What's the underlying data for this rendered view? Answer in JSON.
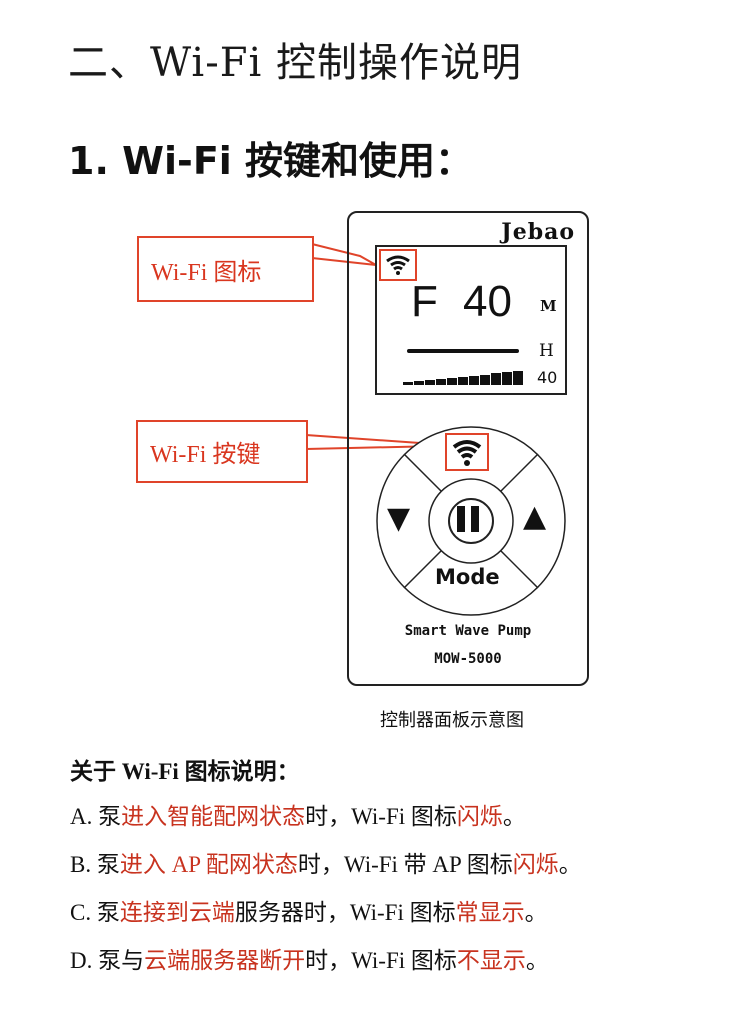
{
  "headings": {
    "section": "二、Wi-Fi 控制操作说明",
    "subsection": "1. Wi-Fi 按键和使用："
  },
  "callouts": {
    "icon_label": "Wi-Fi  图标",
    "button_label": "Wi-Fi 按键"
  },
  "device": {
    "brand": "Jebao",
    "lcd": {
      "mode": "F",
      "value": "40",
      "right_top": "M",
      "right_mid": "H",
      "level": "40"
    },
    "buttons": {
      "wifi": "wifi-icon",
      "down": "▼",
      "pause": "pause-icon",
      "up": "▲",
      "mode": "Mode"
    },
    "product_name": "Smart Wave Pump",
    "model": "MOW-5000"
  },
  "caption": "控制器面板示意图",
  "legend": {
    "title": "关于 Wi-Fi 图标说明：",
    "items": [
      {
        "prefix": "A. 泵",
        "red1": "进入智能配网状态",
        "mid": "时，Wi-Fi 图标",
        "red2": "闪烁",
        "suffix": "。"
      },
      {
        "prefix": "B. 泵",
        "red1": "进入 AP 配网状态",
        "mid": "时，Wi-Fi 带 AP 图标",
        "red2": "闪烁",
        "suffix": "。"
      },
      {
        "prefix": "C. 泵",
        "red1": "连接到云端",
        "mid": "服务器时，Wi-Fi 图标",
        "red2": "常显示",
        "suffix": "。"
      },
      {
        "prefix": "D. 泵与",
        "red1": "云端服务器断开",
        "mid": "时，Wi-Fi 图标",
        "red2": "不显示",
        "suffix": "。"
      }
    ]
  },
  "colors": {
    "accent_red": "#c8331f",
    "callout_border": "#e0442a"
  }
}
